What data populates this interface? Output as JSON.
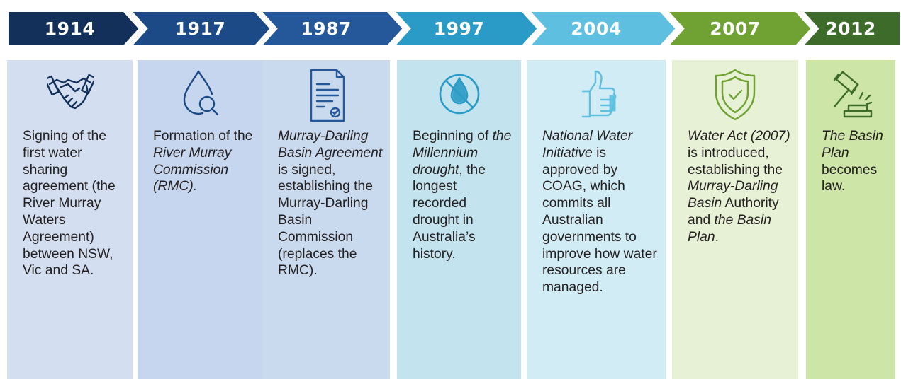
{
  "colors": {
    "palette": [
      "#13305a",
      "#1b4a86",
      "#24589a",
      "#2a9ac6",
      "#5ebfe0",
      "#6fa232",
      "#3d6b2a"
    ],
    "panels": [
      "#d3def0",
      "#c6d6ee",
      "#c9d9ee",
      "#c3e3ef",
      "#d2ecf5",
      "#e7f1d5",
      "#cde5a7"
    ]
  },
  "timeline": {
    "events": [
      {
        "year": "1914",
        "icon": "handshake-icon",
        "text": [
          {
            "t": "Signing of the first water sharing agreement (the River Murray Waters Agreement) between NSW, Vic and SA.",
            "i": false
          }
        ]
      },
      {
        "year": "1917",
        "icon": "water-drop-magnifier-icon",
        "text": [
          {
            "t": "Formation of the ",
            "i": false
          },
          {
            "t": "River Murray Commission (RMC).",
            "i": true
          }
        ]
      },
      {
        "year": "1987",
        "icon": "signed-document-icon",
        "text": [
          {
            "t": "Murray-Darling Basin Agreement",
            "i": true
          },
          {
            "t": " is signed, establishing the Murray-Darling Basin Commission (replaces the RMC).",
            "i": false
          }
        ]
      },
      {
        "year": "1997",
        "icon": "no-water-icon",
        "text": [
          {
            "t": "Beginning of ",
            "i": false
          },
          {
            "t": "the Millennium drought",
            "i": true
          },
          {
            "t": ", the longest recorded drought in Australia’s history.",
            "i": false
          }
        ]
      },
      {
        "year": "2004",
        "icon": "thumbs-up-icon",
        "text": [
          {
            "t": "National Water Initiative",
            "i": true
          },
          {
            "t": " is approved by COAG, which commits all Australian governments to improve how water resources are managed.",
            "i": false
          }
        ]
      },
      {
        "year": "2007",
        "icon": "shield-check-icon",
        "text": [
          {
            "t": "Water Act (2007)",
            "i": true
          },
          {
            "t": " is introduced, establishing the ",
            "i": false
          },
          {
            "t": "Murray-Darling Basin",
            "i": true
          },
          {
            "t": " Authority and ",
            "i": false
          },
          {
            "t": "the Basin Plan",
            "i": true
          },
          {
            "t": ".",
            "i": false
          }
        ]
      },
      {
        "year": "2012",
        "icon": "gavel-icon",
        "text": [
          {
            "t": "The Basin Plan",
            "i": true
          },
          {
            "t": " becomes law.",
            "i": false
          }
        ]
      }
    ]
  }
}
